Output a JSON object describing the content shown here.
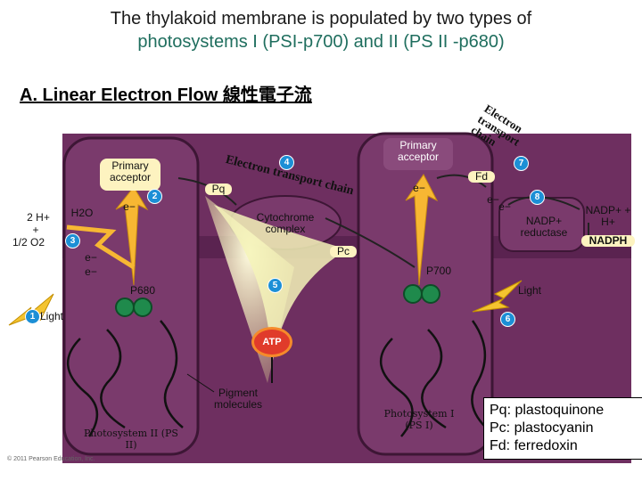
{
  "header": {
    "title_line1": "The thylakoid membrane is populated by two types of",
    "title_line2": "photosystems I (PSI-p700) and II (PS II -p680)",
    "section": "A. Linear Electron Flow 線性電子流"
  },
  "diagram": {
    "psii_acceptor": "Primary acceptor",
    "psi_acceptor": "Primary acceptor",
    "etc_left": "Electron transport chain",
    "etc_right": "Electron transport chain",
    "pq": "Pq",
    "cytochrome": "Cytochrome complex",
    "pc": "Pc",
    "fd": "Fd",
    "nadp_reductase": "NADP+ reductase",
    "nadp_in": "NADP+ + H+",
    "nadph": "NADPH",
    "water": "H2O",
    "protons": "2 H+",
    "plus": "+",
    "oxygen": "1/2 O2",
    "p680": "P680",
    "p700": "P700",
    "atp": "ATP",
    "light1": "Light",
    "light2": "Light",
    "pigment": "Pigment molecules",
    "psii": "Photosystem II (PS II)",
    "psi": "Photosystem I (PS I)",
    "electron": "e−",
    "steps": [
      "1",
      "2",
      "3",
      "4",
      "5",
      "6",
      "7",
      "8"
    ],
    "copyright": "© 2011 Pearson Education, Inc."
  },
  "legend": {
    "pq": "Pq: plastoquinone",
    "pc": "Pc: plastocyanin",
    "fd": "Fd: ferredoxin"
  },
  "colors": {
    "membrane": "#6b2d5c",
    "membrane_dark": "#4a1d40",
    "stroma_green": "#2f9d5a",
    "electron_orange": "#f7b733",
    "step_badge": "#1c8fd6",
    "title_accent": "#1f6e5e"
  }
}
